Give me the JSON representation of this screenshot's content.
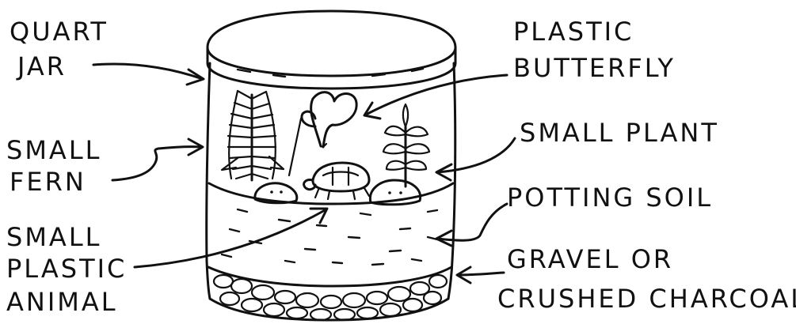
{
  "labels": {
    "quart_jar": [
      "QUART",
      "JAR"
    ],
    "small_fern": [
      "SMALL",
      "FERN"
    ],
    "small_plastic_animal": [
      "SMALL",
      "PLASTIC",
      "ANIMAL"
    ],
    "plastic_butterfly": [
      "PLASTIC",
      "BUTTERFLY"
    ],
    "small_plant": [
      "SMALL PLANT"
    ],
    "potting_soil": [
      "POTTING SOIL"
    ],
    "gravel_or_charcoal": [
      "GRAVEL OR",
      "CRUSHED CHARCOAL"
    ]
  },
  "colors": {
    "ink": "#111111",
    "background": "#ffffff"
  }
}
